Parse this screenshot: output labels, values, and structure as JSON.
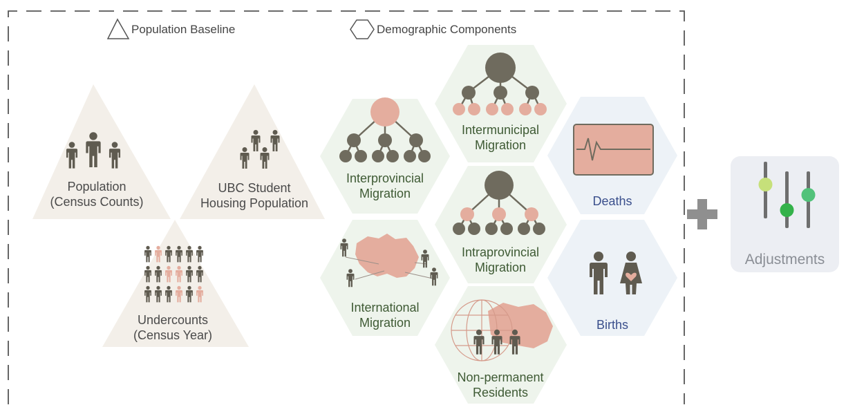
{
  "legend": {
    "baseline_label": "Population Baseline",
    "components_label": "Demographic Components"
  },
  "baseline": {
    "population": "Population\n(Census Counts)",
    "ubc": "UBC Student\nHousing Population",
    "undercounts": "Undercounts\n(Census Year)"
  },
  "components": {
    "intermunicipal": "Intermunicipal\nMigration",
    "interprovincial": "Interprovincial\nMigration",
    "intraprovincial": "Intraprovincial\nMigration",
    "international": "International\nMigration",
    "nonpermanent": "Non-permanent\nResidents",
    "deaths": "Deaths",
    "births": "Births"
  },
  "adjustments": {
    "label": "Adjustments"
  },
  "colors": {
    "triangle_fill": "#f3efe9",
    "hex_green": "#eef4ec",
    "hex_blue": "#edf2f7",
    "node_dark": "#6f6b5e",
    "node_pink": "#e4ad9e",
    "person_dark": "#5f5b50",
    "adjust_bg": "#eceef3",
    "plus": "#8f8f8f",
    "slider_light_green": "#c6e07a",
    "slider_green": "#34b24a",
    "slider_mid_green": "#52c27a"
  }
}
